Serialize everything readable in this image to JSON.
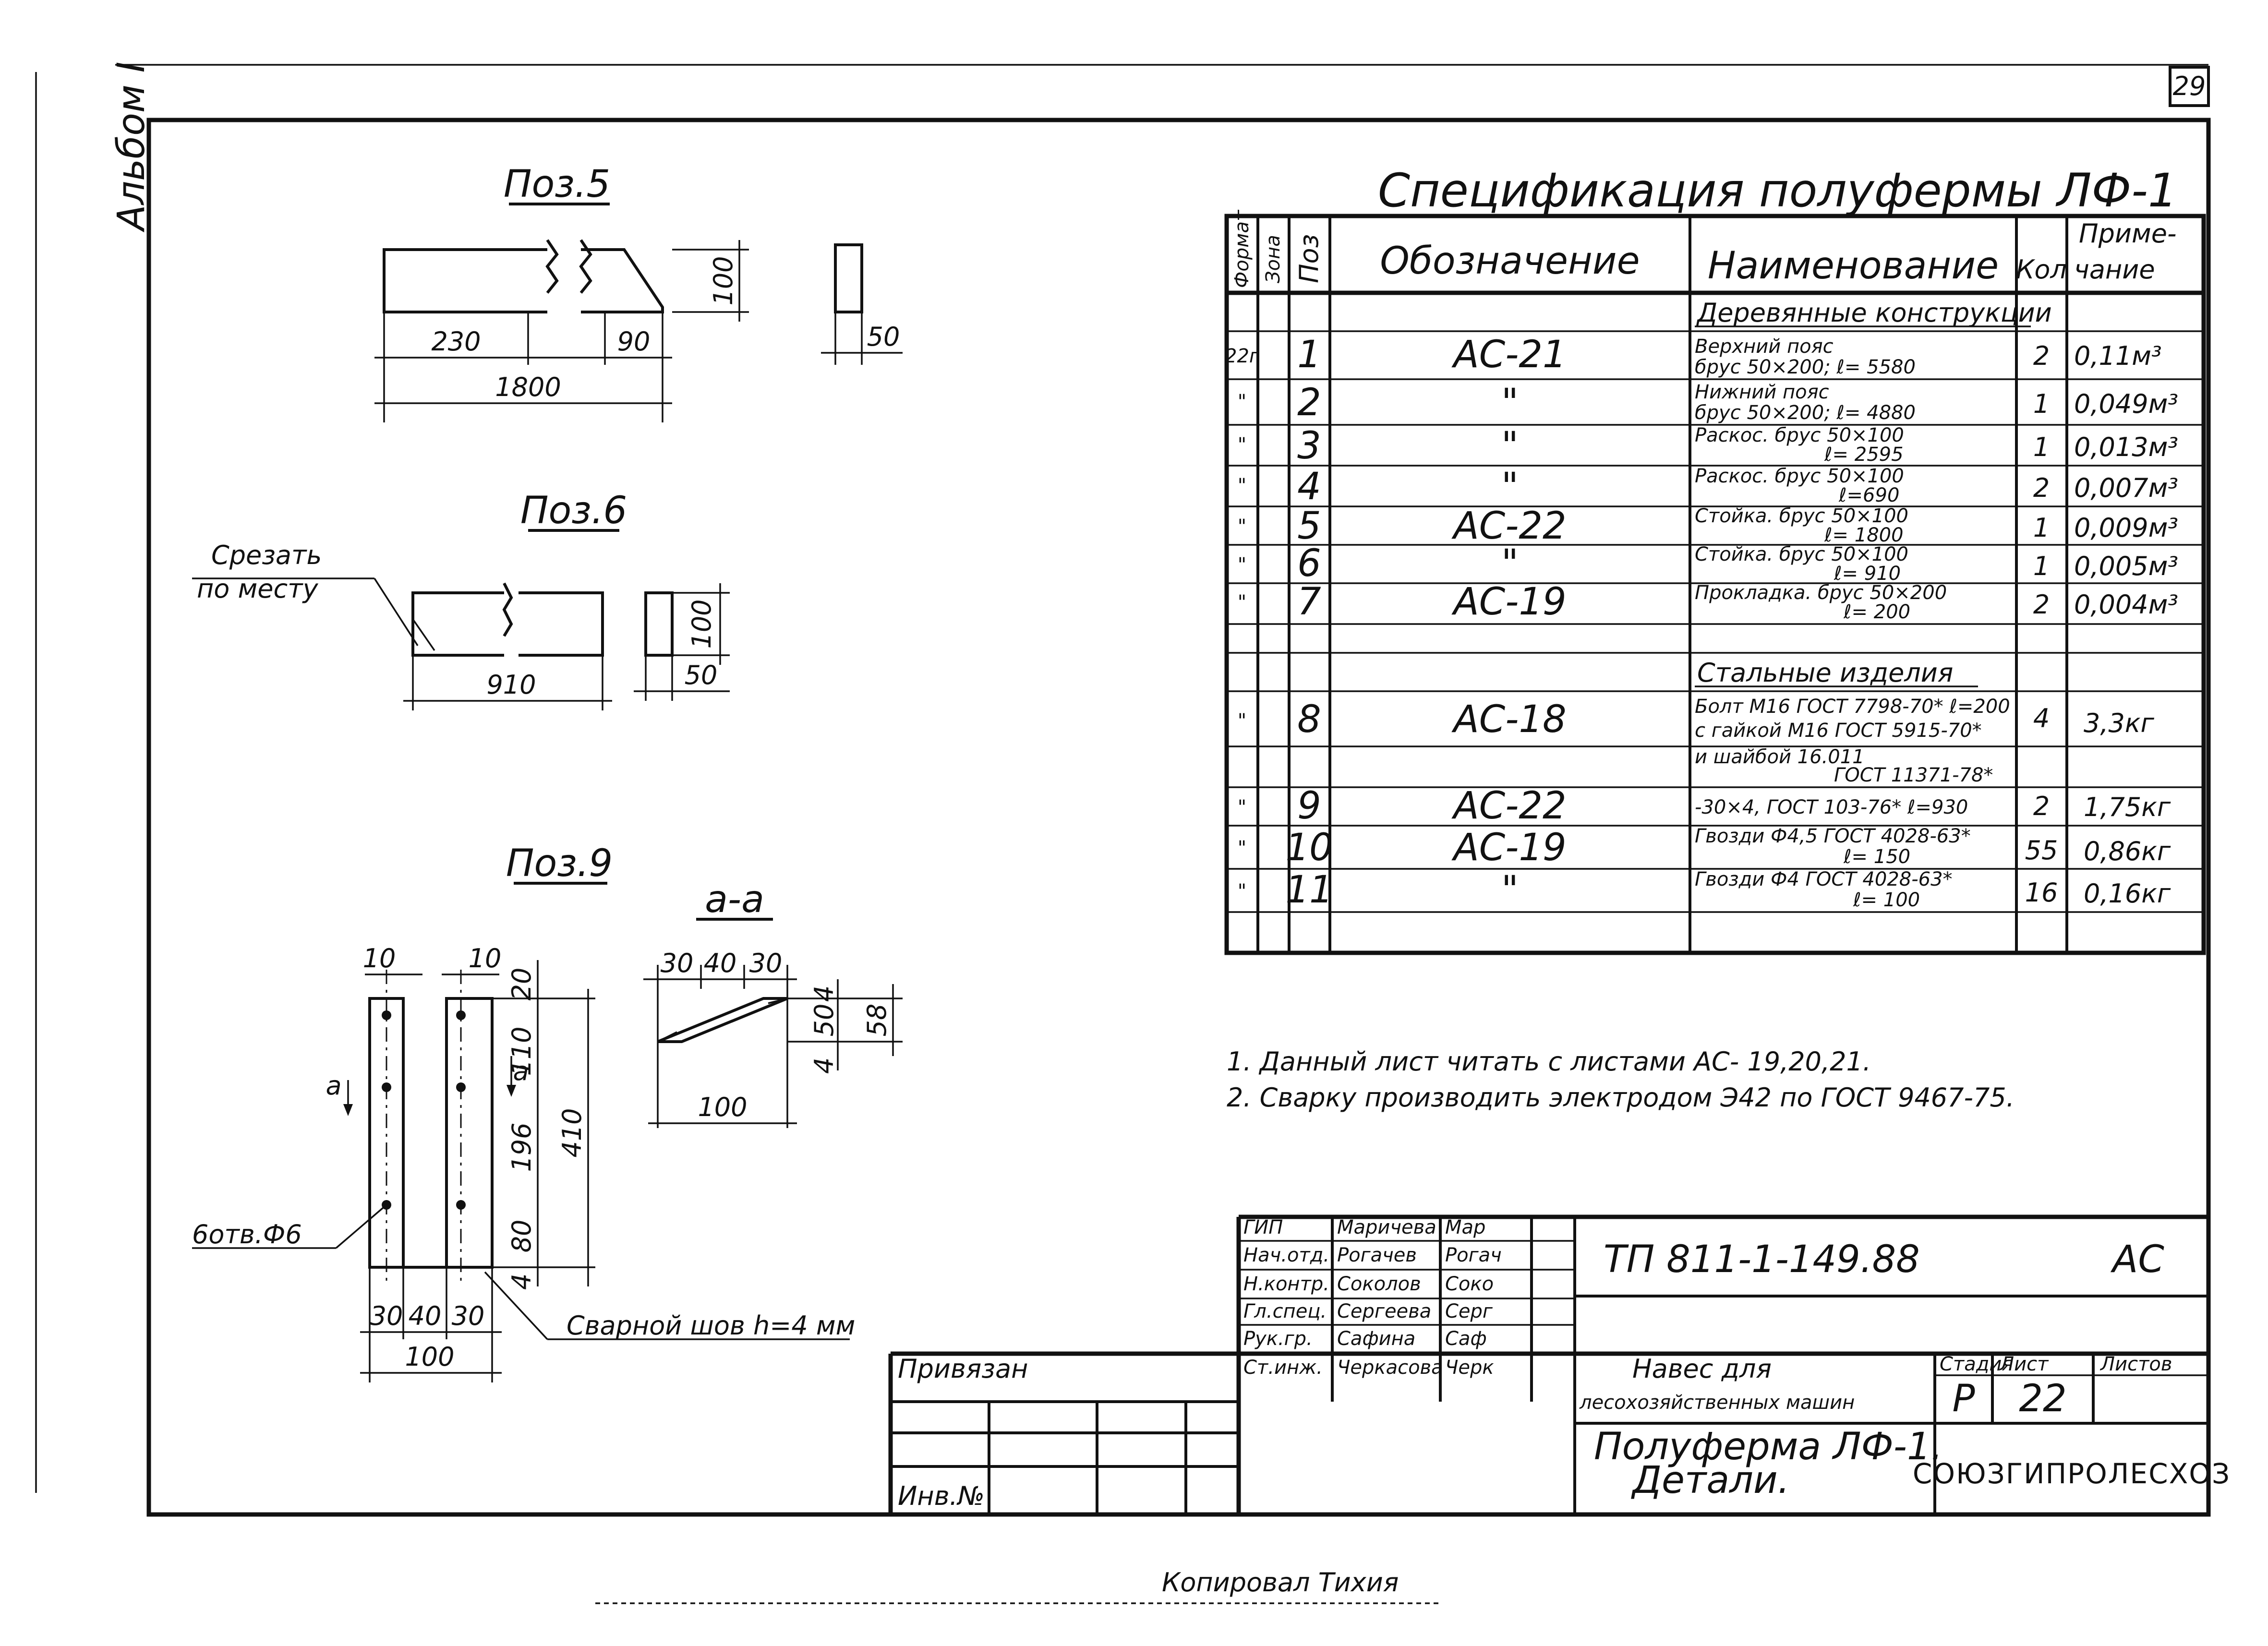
{
  "sheet": {
    "page_number": "29",
    "album_label": "Альбом I",
    "copied_by": "Копировал Тихия"
  },
  "details": {
    "pos5": {
      "title": "Поз.5",
      "dims": [
        "230",
        "90",
        "1800",
        "100",
        "50"
      ]
    },
    "pos6": {
      "title": "Поз.6",
      "note": [
        "Срезать",
        "по месту"
      ],
      "dims": [
        "910",
        "100",
        "50"
      ]
    },
    "pos9": {
      "title": "Поз.9",
      "dims": [
        "10",
        "10",
        "20",
        "110",
        "196",
        "80",
        "410",
        "4",
        "30",
        "40",
        "30",
        "100"
      ],
      "section_mark": "а",
      "hole_note": "6отв.Ф6",
      "weld_note": "Сварной шов h=4 мм"
    },
    "section_aa": {
      "title": "а-а",
      "dims": [
        "30",
        "40",
        "30",
        "4",
        "50",
        "58",
        "4",
        "100"
      ]
    }
  },
  "spec": {
    "title": "Спецификация полуфермы ЛФ-1",
    "headers": {
      "format": "Формат",
      "zone": "Зона",
      "pos": "Поз",
      "designation": "Обозначение",
      "name": "Наименование",
      "qty": "Кол",
      "note": [
        "Приме-",
        "чание"
      ]
    },
    "section_wood": "Деревянные конструкции",
    "section_steel": "Стальные изделия",
    "rows": [
      {
        "format": "22г",
        "pos": "1",
        "designation": "АС-21",
        "name": [
          "Верхний пояс",
          "брус 50×200; ℓ= 5580"
        ],
        "qty": "2",
        "note": "0,11м³"
      },
      {
        "format": "\"",
        "pos": "2",
        "designation": "\"",
        "name": [
          "Нижний пояс",
          "брус 50×200; ℓ= 4880"
        ],
        "qty": "1",
        "note": "0,049м³"
      },
      {
        "format": "\"",
        "pos": "3",
        "designation": "\"",
        "name": [
          "Раскос. брус 50×100",
          "ℓ= 2595"
        ],
        "qty": "1",
        "note": "0,013м³"
      },
      {
        "format": "\"",
        "pos": "4",
        "designation": "\"",
        "name": [
          "Раскос. брус 50×100",
          "ℓ=690"
        ],
        "qty": "2",
        "note": "0,007м³"
      },
      {
        "format": "\"",
        "pos": "5",
        "designation": "АС-22",
        "name": [
          "Стойка. брус 50×100",
          "ℓ= 1800"
        ],
        "qty": "1",
        "note": "0,009м³"
      },
      {
        "format": "\"",
        "pos": "6",
        "designation": "\"",
        "name": [
          "Стойка. брус 50×100",
          "ℓ= 910"
        ],
        "qty": "1",
        "note": "0,005м³"
      },
      {
        "format": "\"",
        "pos": "7",
        "designation": "АС-19",
        "name": [
          "Прокладка. брус 50×200",
          "ℓ= 200"
        ],
        "qty": "2",
        "note": "0,004м³"
      },
      {
        "format": "\"",
        "pos": "8",
        "designation": "АС-18",
        "name": [
          "Болт М16 ГОСТ 7798-70* ℓ=200",
          "с гайкой М16 ГОСТ 5915-70*"
        ],
        "qty": "4",
        "note": "3,3кг"
      },
      {
        "format": "",
        "pos": "",
        "designation": "",
        "name": [
          "и шайбой 16.011",
          "ГОСТ 11371-78*"
        ],
        "qty": "",
        "note": ""
      },
      {
        "format": "\"",
        "pos": "9",
        "designation": "АС-22",
        "name": [
          "-30×4, ГОСТ 103-76* ℓ=930"
        ],
        "qty": "2",
        "note": "1,75кг"
      },
      {
        "format": "\"",
        "pos": "10",
        "designation": "АС-19",
        "name": [
          "Гвозди Ф4,5 ГОСТ 4028-63*",
          "ℓ= 150"
        ],
        "qty": "55",
        "note": "0,86кг"
      },
      {
        "format": "\"",
        "pos": "11",
        "designation": "\"",
        "name": [
          "Гвозди Ф4 ГОСТ 4028-63*",
          "ℓ= 100"
        ],
        "qty": "16",
        "note": "0,16кг"
      }
    ]
  },
  "notes": [
    "1. Данный лист читать с листами АС- 19,20,21.",
    "2. Сварку производить электродом Э42 по ГОСТ 9467-75."
  ],
  "title_block": {
    "doc_code": "ТП 811-1-149.88",
    "mark": "АС",
    "project": [
      "Навес для",
      "лесохозяйственных машин"
    ],
    "sheet_title": [
      "Полуферма ЛФ-1.",
      "Детали."
    ],
    "stage_label": "Стадия",
    "sheet_label": "Лист",
    "sheets_label": "Листов",
    "stage": "Р",
    "sheet_no": "22",
    "org": "СОЮЗГИПРОЛЕСХОЗ",
    "bound_label": "Привязан",
    "inv_label": "Инв.№",
    "staff": [
      {
        "role": "ГИП",
        "name": "Маричева",
        "sign": "Мар"
      },
      {
        "role": "Нач.отд.",
        "name": "Рогачев",
        "sign": "Рогач"
      },
      {
        "role": "Н.контр.",
        "name": "Соколов",
        "sign": "Соко"
      },
      {
        "role": "Гл.спец.",
        "name": "Сергеева",
        "sign": "Серг"
      },
      {
        "role": "Рук.гр.",
        "name": "Сафина",
        "sign": "Саф"
      },
      {
        "role": "Ст.инж.",
        "name": "Черкасова",
        "sign": "Черк"
      }
    ]
  }
}
